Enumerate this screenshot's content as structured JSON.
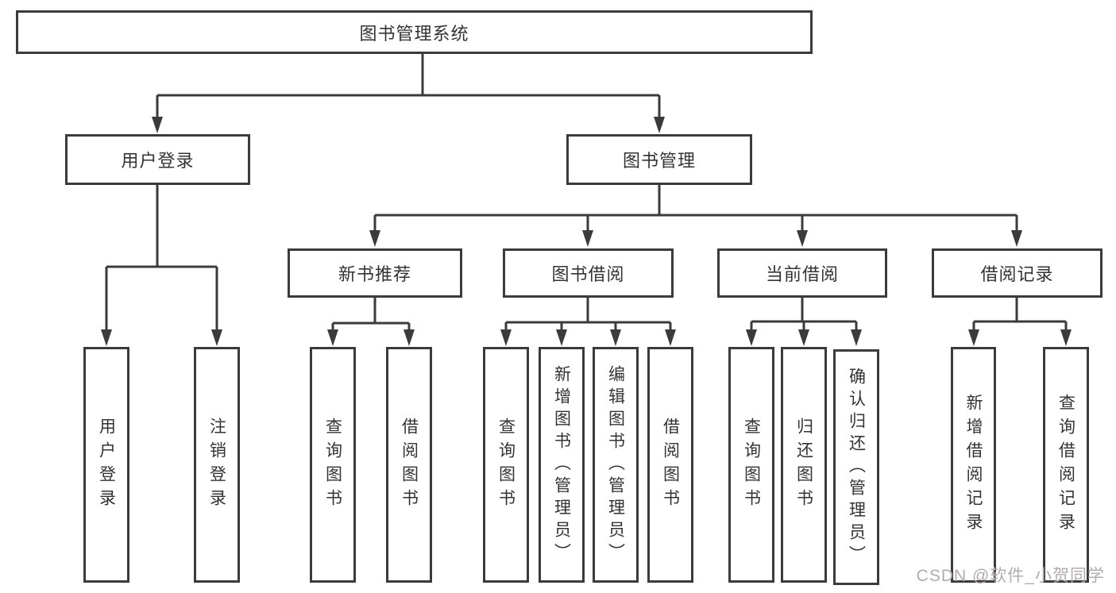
{
  "diagram": {
    "root": {
      "label": "图书管理系统",
      "children": [
        {
          "label": "用户登录",
          "children": [
            {
              "label": "用户登录"
            },
            {
              "label": "注销登录"
            }
          ]
        },
        {
          "label": "图书管理",
          "children": [
            {
              "label": "新书推荐",
              "children": [
                {
                  "label": "查询图书"
                },
                {
                  "label": "借阅图书"
                }
              ]
            },
            {
              "label": "图书借阅",
              "children": [
                {
                  "label": "查询图书"
                },
                {
                  "label": "新增图书（管理员）"
                },
                {
                  "label": "编辑图书（管理员）"
                },
                {
                  "label": "借阅图书"
                }
              ]
            },
            {
              "label": "当前借阅",
              "children": [
                {
                  "label": "查询图书"
                },
                {
                  "label": "归还图书"
                },
                {
                  "label": "确认归还（管理员）"
                }
              ]
            },
            {
              "label": "借阅记录",
              "children": [
                {
                  "label": "新增借阅记录"
                },
                {
                  "label": "查询借阅记录"
                }
              ]
            }
          ]
        }
      ]
    }
  },
  "watermark": {
    "text": "CSDN @软件_小贺同学"
  },
  "colors": {
    "line": "#3b3b3b",
    "text": "#333333",
    "background": "#ffffff",
    "watermark": "#b3abab"
  }
}
